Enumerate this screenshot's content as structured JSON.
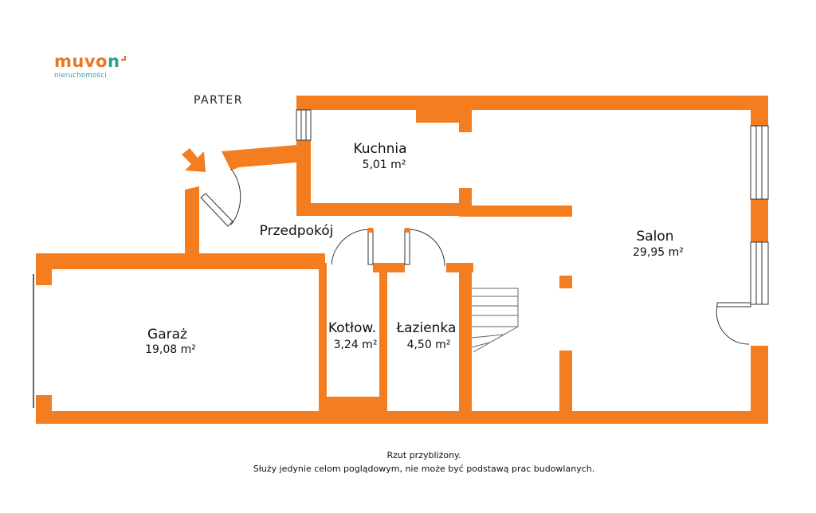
{
  "brand": {
    "logo_main": "muvo",
    "logo_accent": "n",
    "logo_sub": "nieruchomości"
  },
  "floor_label": "PARTER",
  "rooms": {
    "kuchnia": {
      "name": "Kuchnia",
      "area": "5,01 m²"
    },
    "salon": {
      "name": "Salon",
      "area": "29,95 m²"
    },
    "przedpokoj": {
      "name": "Przedpokój",
      "area": ""
    },
    "garaz": {
      "name": "Garaż",
      "area": "19,08 m²"
    },
    "kotlownia": {
      "name": "Kotłow.",
      "area": "3,24 m²"
    },
    "lazienka": {
      "name": "Łazienka",
      "area": "4,50 m²"
    }
  },
  "note": {
    "line1": "Rzut przybliżony.",
    "line2": "Służy jedynie celom poglądowym, nie może być podstawą prac budowlanych."
  },
  "colors": {
    "wall": "#f47d20",
    "brand_orange": "#e87722",
    "brand_teal": "#2a9d8f"
  }
}
